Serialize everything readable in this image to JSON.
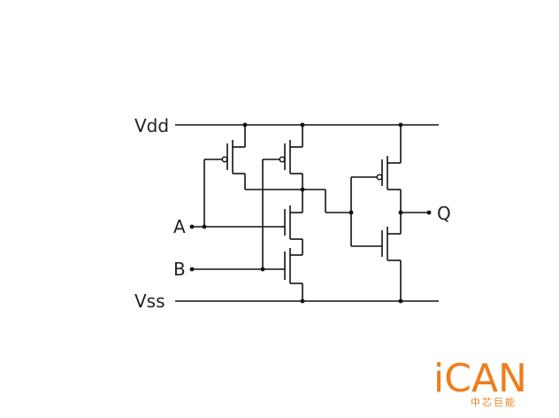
{
  "labels": {
    "vdd": "Vdd",
    "vss": "Vss",
    "input_a": "A",
    "input_b": "B",
    "output_q": "Q"
  },
  "logo": {
    "word": "iCAN",
    "subtitle": "中芯巨能",
    "color": "#ef7d1a"
  },
  "colors": {
    "wire": "#111111",
    "background": "#ffffff"
  }
}
